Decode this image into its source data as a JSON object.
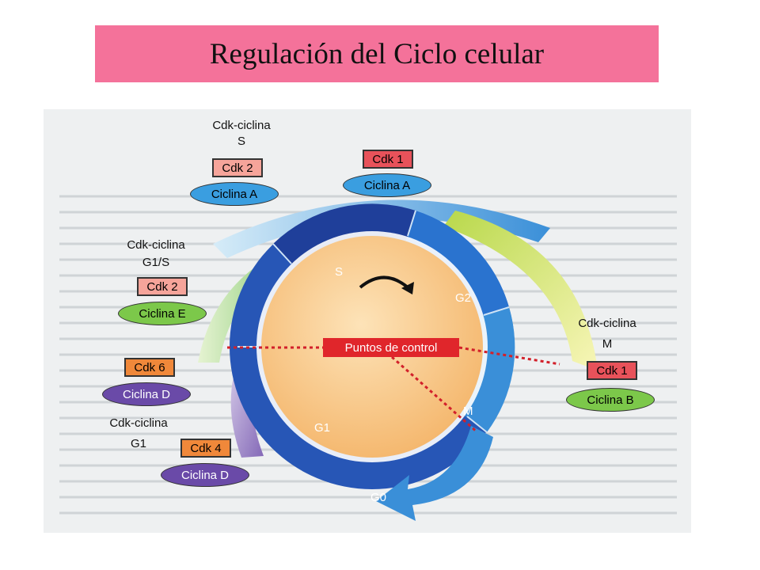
{
  "title": "Regulación del Ciclo celular",
  "phases": {
    "s": "S",
    "g2": "G2",
    "m": "M",
    "g1": "G1",
    "g0": "G0"
  },
  "checkpoints_label": "Puntos de control",
  "complexes": {
    "s": {
      "heading": "Cdk-ciclina",
      "phase": "S",
      "cdk": "Cdk 2",
      "cyclin": "Ciclina A"
    },
    "g2": {
      "cdk": "Cdk 1",
      "cyclin": "Ciclina A"
    },
    "g1s": {
      "heading": "Cdk-ciclina",
      "phase": "G1/S",
      "cdk": "Cdk 2",
      "cyclin": "Ciclina E"
    },
    "m": {
      "heading": "Cdk-ciclina",
      "phase": "M",
      "cdk": "Cdk 1",
      "cyclin": "Ciclina B"
    },
    "g1a": {
      "cdk": "Cdk 6",
      "cyclin": "Ciclina D"
    },
    "g1b": {
      "heading": "Cdk-ciclina",
      "phase": "G1",
      "cdk": "Cdk 4",
      "cyclin": "Ciclina D"
    }
  },
  "colors": {
    "title_bg": "#f4729a",
    "cdk_pink": "#f6a49a",
    "cdk_red": "#e8525a",
    "cdk_orange": "#f0883a",
    "cyclin_blue": "#3a9ee0",
    "cyclin_green": "#7cc84a",
    "cyclin_purple": "#6a4aa8",
    "checkpoint_red": "#e0262b"
  }
}
